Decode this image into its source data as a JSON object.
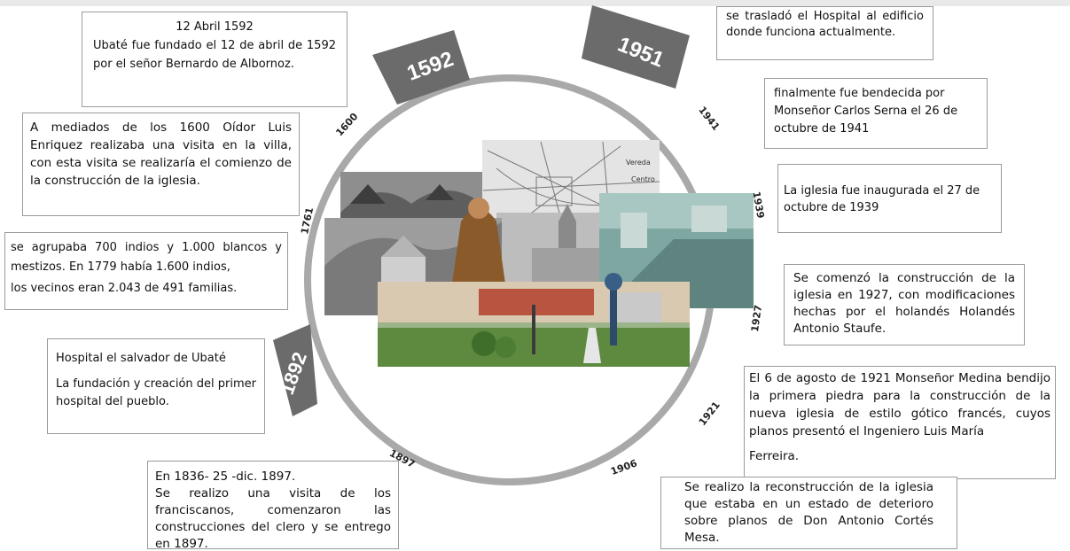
{
  "timeline": {
    "years": {
      "y1592": "1592",
      "y1951": "1951",
      "y1892": "1892",
      "y1600": "1600",
      "y1761": "1761",
      "y1941": "1941",
      "y1939": "1939",
      "y1927": "1927",
      "y1921": "1921",
      "y1906": "1906",
      "y1897": "1897"
    }
  },
  "events": {
    "e1592": {
      "title": "12 Abril 1592",
      "text": "Ubaté fue fundado el 12 de abril de 1592 por el señor Bernardo de Albornoz."
    },
    "e1951": {
      "text": "se trasladó el Hospital al edificio donde funciona actualmente."
    },
    "e1941": {
      "text": "finalmente fue bendecida por Monseñor Carlos Serna el 26 de octubre de 1941"
    },
    "e1600": {
      "text": "A mediados de los 1600 Oídor Luis Enriquez realizaba una visita en la villa, con esta visita se realizaría el comienzo de la construcción de la iglesia."
    },
    "e1939": {
      "text": "La iglesia fue inaugurada el 27 de octubre de 1939"
    },
    "e1761": {
      "line1": "se agrupaba 700 indios y 1.000 blancos y mestizos. En 1779 había 1.600 indios,",
      "line2": "los vecinos eran 2.043 de 491 familias."
    },
    "e1927": {
      "text": "Se comenzó la construcción de la iglesia en 1927, con modificaciones hechas por el holandés Holandés Antonio Staufe."
    },
    "e1892": {
      "line1": "Hospital el salvador de Ubaté",
      "line2": "La fundación y creación del primer hospital del pueblo."
    },
    "e1921": {
      "text": "El 6 de agosto de 1921 Monseñor Medina bendijo la primera piedra para la construcción de la nueva iglesia de estilo gótico francés, cuyos planos presentó el Ingeniero Luis María",
      "line2": "Ferreira."
    },
    "e1897": {
      "title": "En 1836- 25 -dic. 1897.",
      "text": "Se realizo una visita de los franciscanos, comenzaron las construcciones del clero y se entrego en 1897."
    },
    "e1906": {
      "text": "Se realizo la reconstrucción de la iglesia que estaba en un estado de deterioro sobre planos de Don Antonio Cortés Mesa."
    }
  },
  "map_labels": {
    "a": "Vereda",
    "b": "Centro"
  },
  "colors": {
    "ring": "#a9a9a9",
    "band": "#6b6b6b",
    "box_border": "#9a9a9a"
  }
}
